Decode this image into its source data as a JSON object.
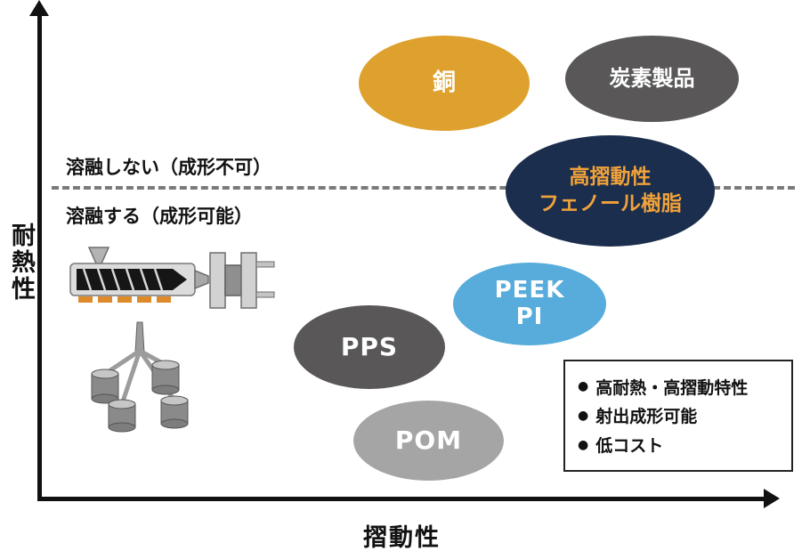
{
  "axes": {
    "y": "耐熱性",
    "x": "摺動性"
  },
  "threshold": {
    "above": "溶融しない（成形不可）",
    "below": "溶融する（成形可能）"
  },
  "bubbles": [
    {
      "name": "copper",
      "label": "銅",
      "color": "#DFA12D",
      "text_color": "#FFFFFF",
      "melt_line_relation": "above"
    },
    {
      "name": "carbon-products",
      "label": "炭素製品",
      "color": "#595757",
      "text_color": "#FFFFFF",
      "melt_line_relation": "above"
    },
    {
      "name": "high-slide-phenolic-resin",
      "line1": "高摺動性",
      "line2": "フェノール樹脂",
      "color": "#1B2E4D",
      "text_color": "#F0A23B",
      "melt_line_relation": "on"
    },
    {
      "name": "peek-pi",
      "line1": "PEEK",
      "line2": "PI",
      "color": "#57ACDB",
      "text_color": "#FFFFFF",
      "melt_line_relation": "below"
    },
    {
      "name": "pps",
      "label": "PPS",
      "color": "#595757",
      "text_color": "#FFFFFF",
      "melt_line_relation": "below"
    },
    {
      "name": "pom",
      "label": "POM",
      "color": "#A5A5A5",
      "text_color": "#FFFFFF",
      "melt_line_relation": "below"
    }
  ],
  "legend": {
    "bullet": "●",
    "items": [
      "高耐熱・高摺動特性",
      "射出成形可能",
      "低コスト"
    ]
  },
  "illustration": {
    "name": "injection-molding-machine-and-molded-parts"
  }
}
